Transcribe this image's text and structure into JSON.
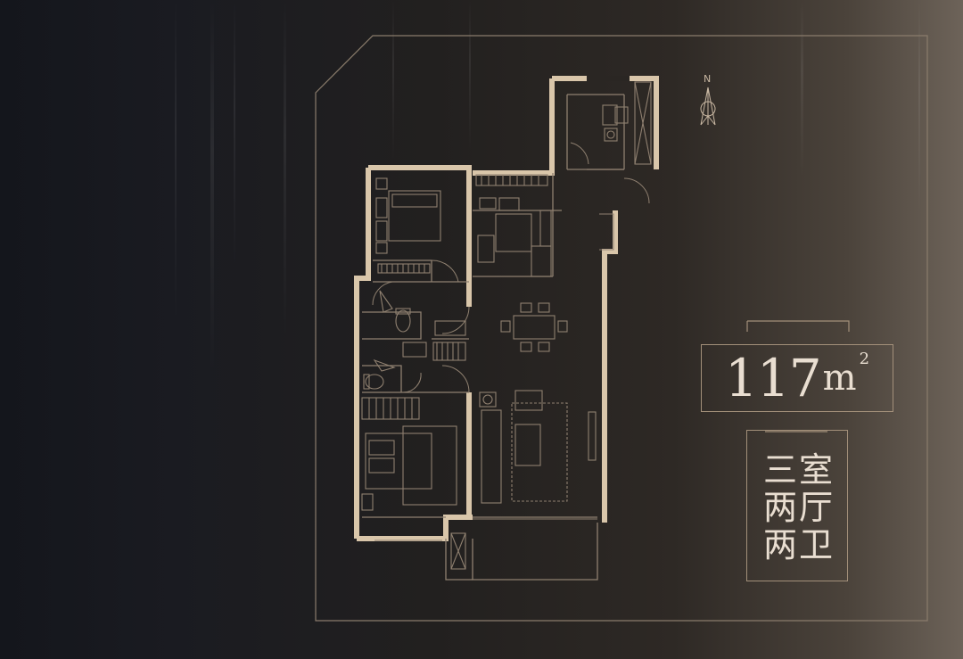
{
  "area": {
    "number": "117",
    "unit": "m",
    "superscript": "2"
  },
  "layout_type": {
    "lines": [
      "三室",
      "两厅",
      "两卫"
    ]
  },
  "compass": {
    "label": "N",
    "icon": "north-arrow-icon"
  },
  "colors": {
    "accent": "#d2bfa5",
    "wall": "#d9c6aa",
    "line": "#8f8070",
    "text": "#e9ded1"
  }
}
